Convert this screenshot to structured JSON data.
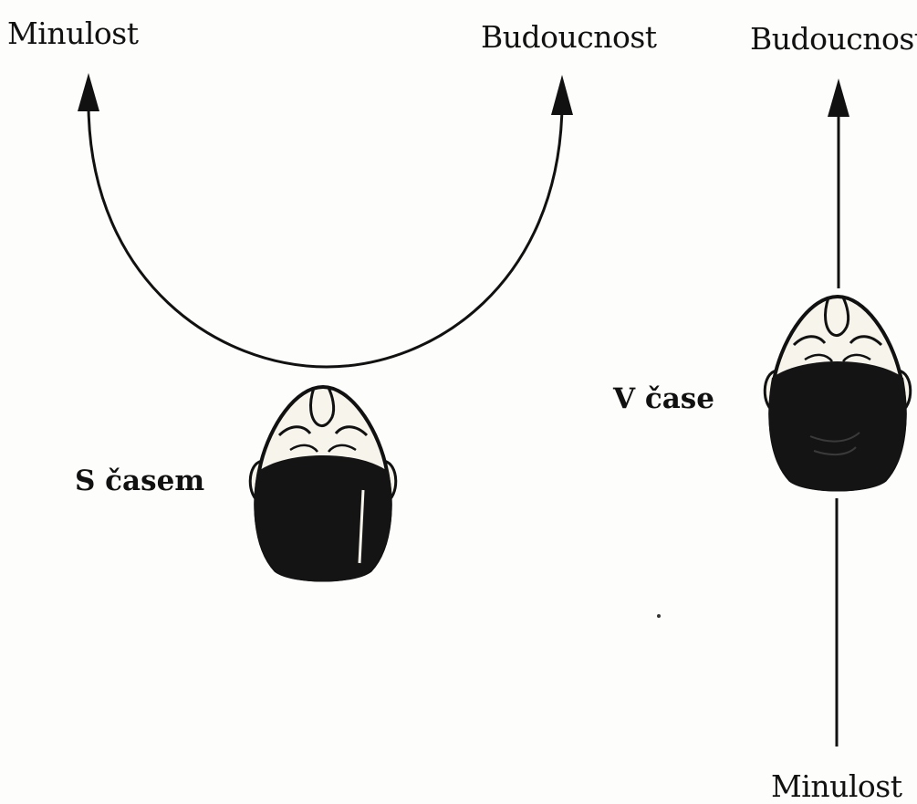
{
  "labels": {
    "past_left": "Minulost",
    "future_mid": "Budoucnost",
    "future_right": "Budoucnost",
    "past_bottom": "Minulost",
    "through_time": "S časem",
    "in_time": "V čase"
  },
  "colors": {
    "ink": "#111111",
    "paper": "#fdfdfb",
    "skin": "#f7f4ec"
  }
}
